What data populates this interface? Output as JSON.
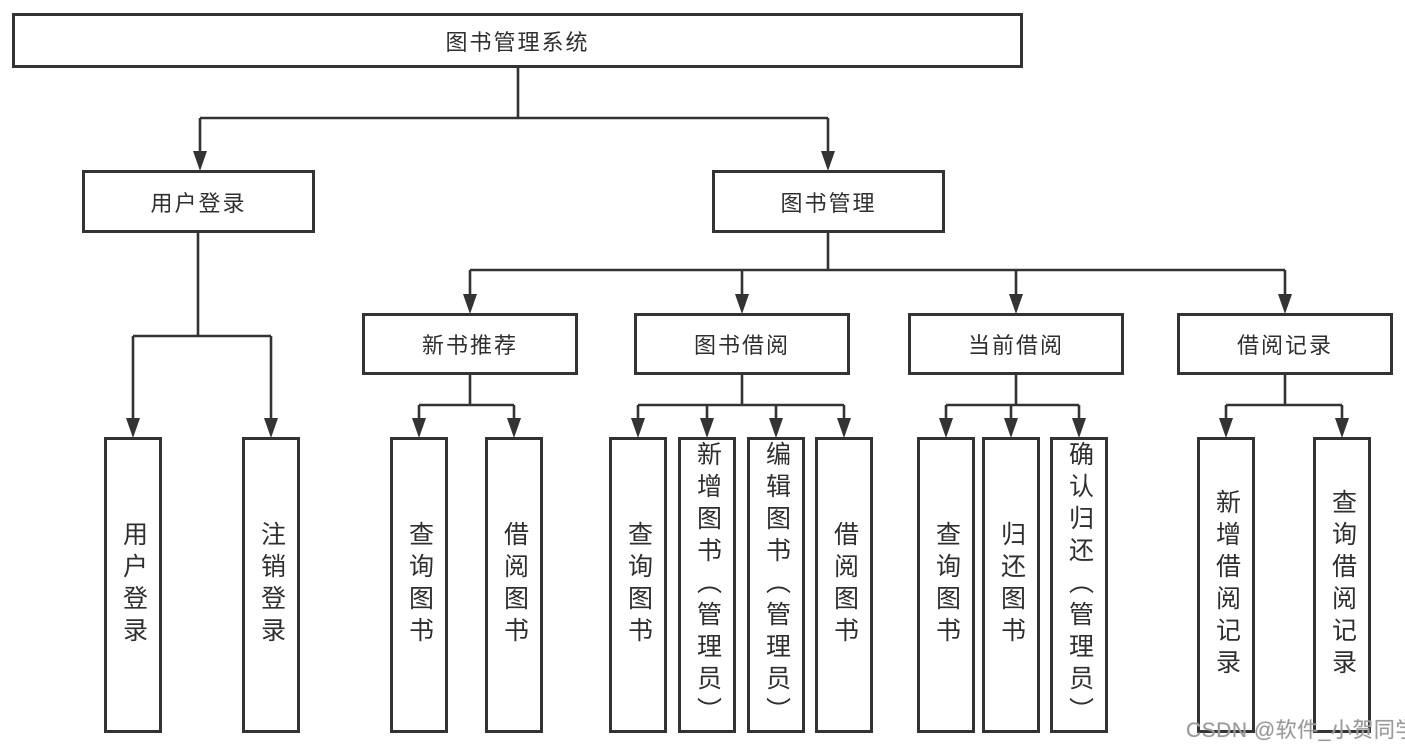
{
  "diagram": {
    "type": "hierarchy",
    "title": "图书管理系统"
  },
  "colors": {
    "background": "#ffffff",
    "box_fill": "#ffffff",
    "box_border": "#333333",
    "line": "#333333",
    "text": "#2f2f2f",
    "watermark": "#9a9a9a"
  },
  "nodes": {
    "root": {
      "label": "图书管理系统"
    },
    "user_login": {
      "label": "用户登录",
      "parent": "root"
    },
    "book_mgmt": {
      "label": "图书管理",
      "parent": "root"
    },
    "new_book_rec": {
      "label": "新书推荐",
      "parent": "book_mgmt"
    },
    "book_borrow": {
      "label": "图书借阅",
      "parent": "book_mgmt"
    },
    "current_borrow": {
      "label": "当前借阅",
      "parent": "book_mgmt"
    },
    "borrow_records": {
      "label": "借阅记录",
      "parent": "book_mgmt"
    },
    "leaf_user_login": {
      "label": "用户登录",
      "parent": "user_login"
    },
    "leaf_logout": {
      "label": "注销登录",
      "parent": "user_login"
    },
    "leaf_rec_query_books": {
      "label": "查询图书",
      "parent": "new_book_rec"
    },
    "leaf_rec_borrow_books": {
      "label": "借阅图书",
      "parent": "new_book_rec"
    },
    "leaf_bb_query_books": {
      "label": "查询图书",
      "parent": "book_borrow"
    },
    "leaf_bb_add_books": {
      "label": "新增图书（管理员）",
      "parent": "book_borrow"
    },
    "leaf_bb_edit_books": {
      "label": "编辑图书（管理员）",
      "parent": "book_borrow"
    },
    "leaf_bb_borrow_books": {
      "label": "借阅图书",
      "parent": "book_borrow"
    },
    "leaf_cb_query_books": {
      "label": "查询图书",
      "parent": "current_borrow"
    },
    "leaf_cb_return_books": {
      "label": "归还图书",
      "parent": "current_borrow"
    },
    "leaf_cb_confirm_return": {
      "label": "确认归还（管理员）",
      "parent": "current_borrow"
    },
    "leaf_br_add_record": {
      "label": "新增借阅记录",
      "parent": "borrow_records"
    },
    "leaf_br_query_record": {
      "label": "查询借阅记录",
      "parent": "borrow_records"
    }
  },
  "watermark": {
    "text": "CSDN @软件_小贺同学"
  }
}
